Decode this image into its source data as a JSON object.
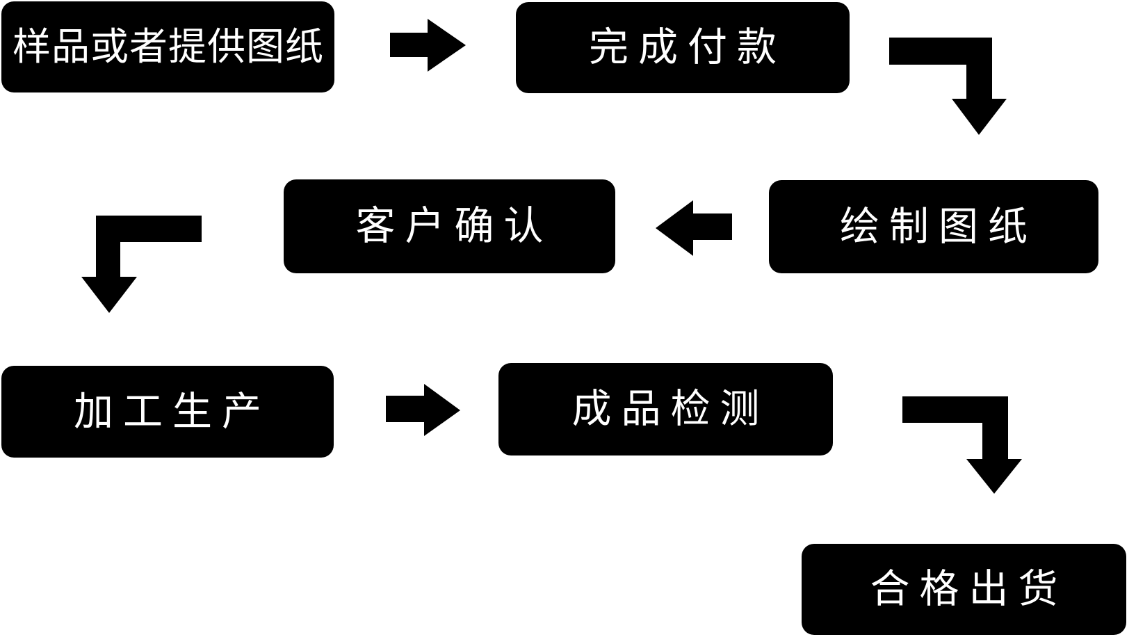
{
  "diagram": {
    "type": "flowchart",
    "colors": {
      "background": "#ffffff",
      "node_fill": "#000000",
      "node_text": "#ffffff",
      "arrow": "#000000"
    },
    "nodes": [
      {
        "id": "sample-or-drawing",
        "label": "样品或者提供图纸"
      },
      {
        "id": "complete-payment",
        "label": "完成付款"
      },
      {
        "id": "customer-confirm",
        "label": "客户确认"
      },
      {
        "id": "draw-drawings",
        "label": "绘制图纸"
      },
      {
        "id": "processing-production",
        "label": "加工生产"
      },
      {
        "id": "product-inspection",
        "label": "成品检测"
      },
      {
        "id": "qualified-shipment",
        "label": "合格出货"
      }
    ],
    "edges": [
      {
        "from": "sample-or-drawing",
        "to": "complete-payment",
        "arrow_shape": "straight-right"
      },
      {
        "from": "complete-payment",
        "to": "draw-drawings",
        "arrow_shape": "elbow-right-down"
      },
      {
        "from": "draw-drawings",
        "to": "customer-confirm",
        "arrow_shape": "straight-left"
      },
      {
        "from": "customer-confirm",
        "to": "processing-production",
        "arrow_shape": "elbow-left-down"
      },
      {
        "from": "processing-production",
        "to": "product-inspection",
        "arrow_shape": "straight-right"
      },
      {
        "from": "product-inspection",
        "to": "qualified-shipment",
        "arrow_shape": "elbow-right-down"
      }
    ]
  }
}
